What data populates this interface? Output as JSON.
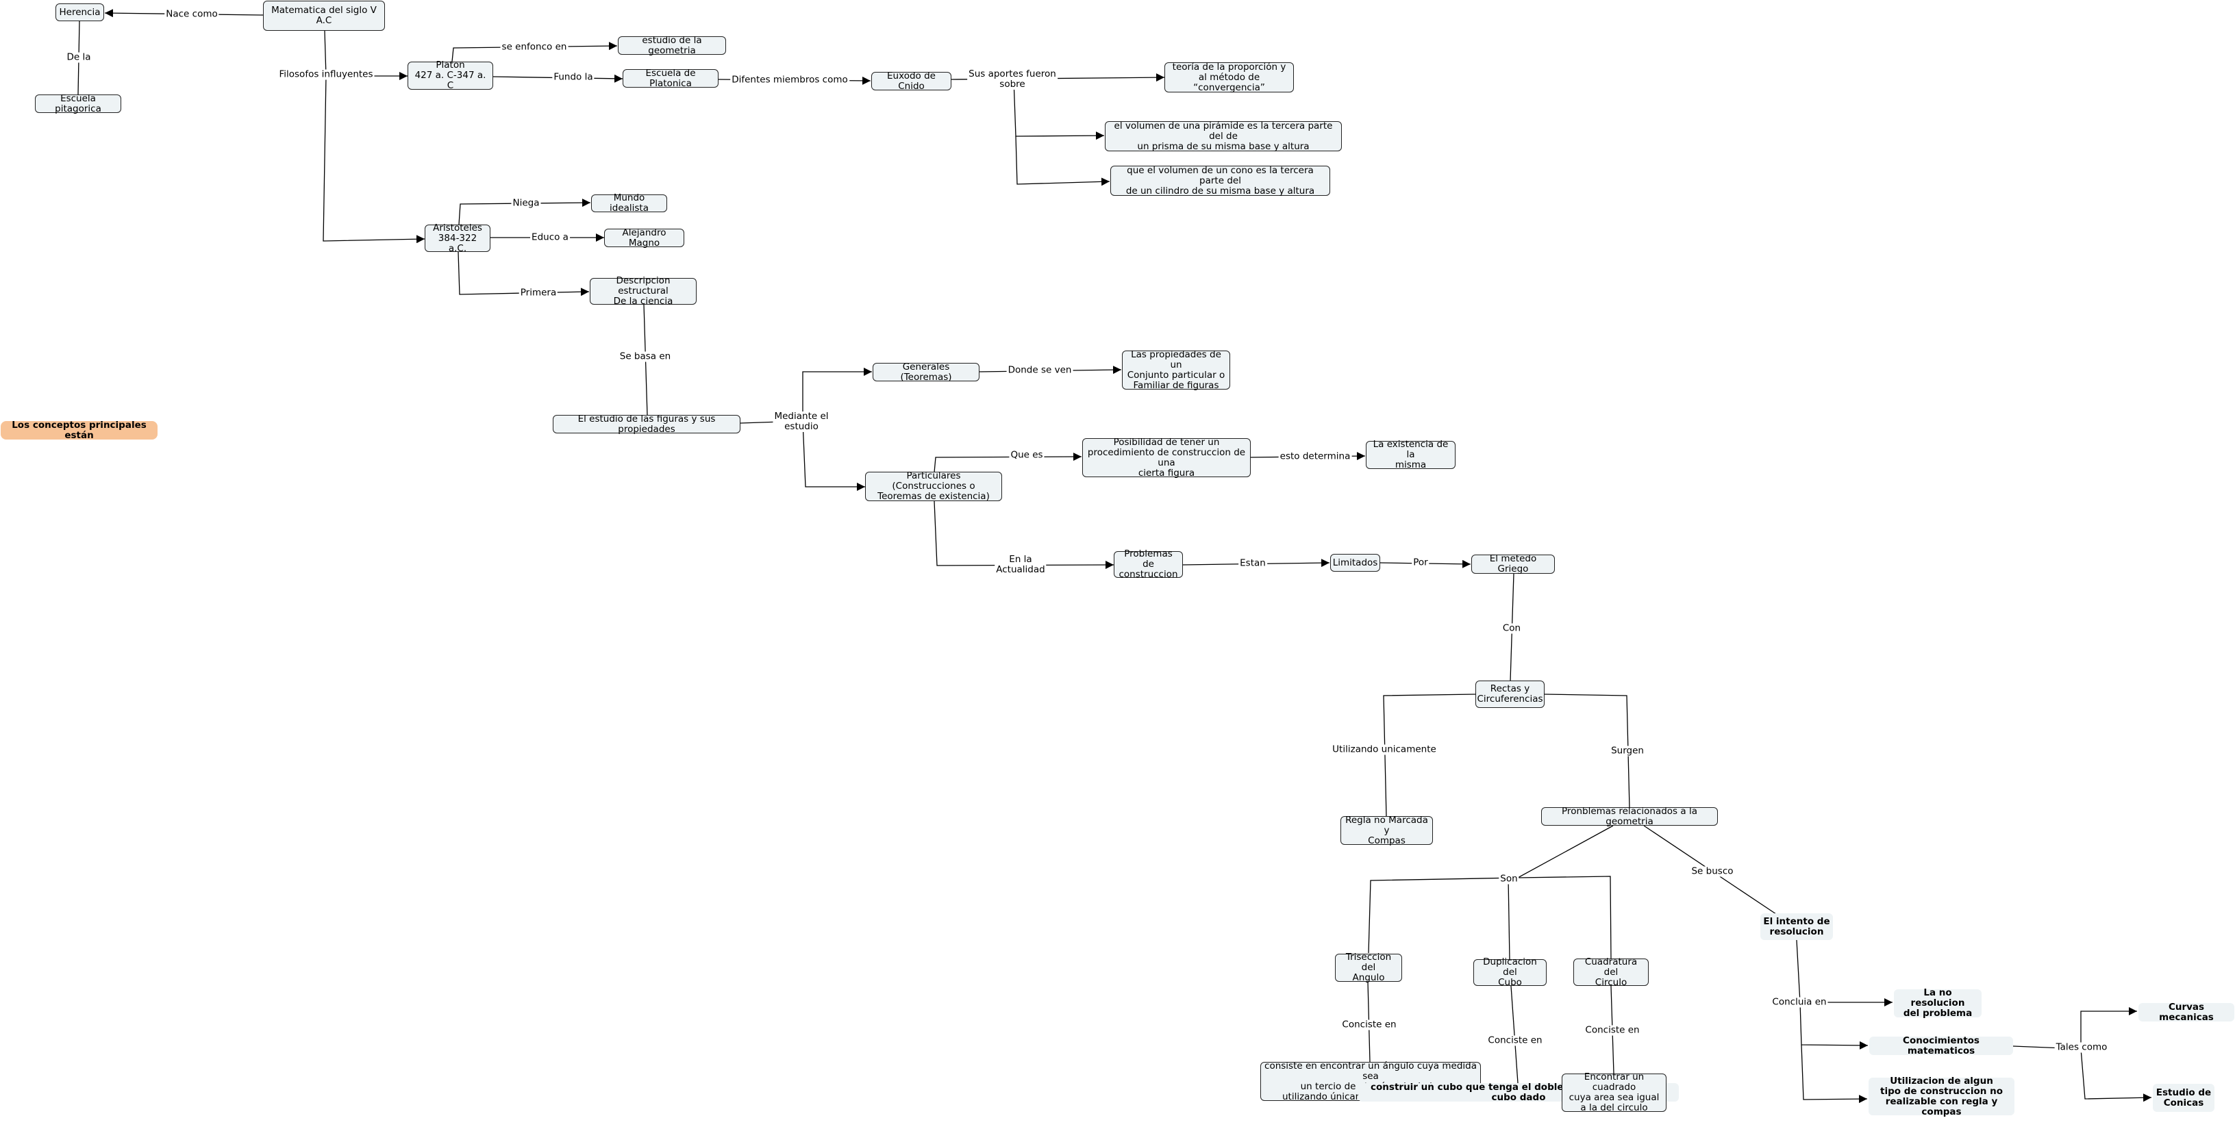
{
  "nodes": {
    "herencia": "Herencia",
    "escuela_pitagorica": "Escuela pitagorica",
    "matematica": "Matematica del siglo V A.C",
    "platon": "Platon\n427 a. C-347 a. C",
    "estudio_geometria": "estudio de la geometria",
    "escuela_platonica": "Escuela de Platonica",
    "euxodo": "Euxodo de Cnido",
    "teoria_proporcion": "teoría de la proporción y\nal método de “convergencia”",
    "volumen_piramide": "el volumen de una pirámide es la tercera parte del de\nun prisma de su misma base y altura",
    "volumen_cono": "que el volumen de un cono es la tercera parte del\nde un cilindro de su misma base y altura",
    "aristoteles": "Aristoteles\n384-322 a.C.",
    "mundo_idealista": "Mundo idealista",
    "alejandro": "Alejandro Magno",
    "descripcion": "Descripcion estructural\nDe la ciencia",
    "conceptos": "Los conceptos principales están",
    "estudio_figuras": "El estudio de las figuras y sus propiedades",
    "generales": "Generales (Teoremas)",
    "propiedades": "Las propiedades de un\nConjunto particular o\nFamiliar de figuras",
    "particulares": "Particulares (Construcciones o\nTeoremas de existencia)",
    "posibilidad": "Posibilidad de tener un\nprocedimiento de construccion de una\ncierta figura",
    "existencia": "La existencia de la\nmisma",
    "problemas_construccion": "Problemas de\nconstruccion",
    "limitados": "Limitados",
    "metodo_griego": "El metedo Griego",
    "rectas": "Rectas y\nCircuferencias",
    "regla": "Regla no Marcada y\nCompas",
    "pronblemas": "Pronblemas relacionados a la geometria",
    "intento": "El intento de\nresolucion",
    "triseccion": "Triseccion del\nAngulo",
    "duplicacion": "Duplicacion del\nCubo",
    "cuadratura": "Cuadratura del\nCirculo",
    "consiste_angulo": "consiste en encontrar un ángulo cuya medida sea\nun tercio de otro ángulo dado,\nutilizando únicamente regla y compás",
    "construir_cubo": "construir un cubo que tenga el doble de volumen que un cubo dado",
    "encontrar_cuadrado": "Encontrar un cuadrado\ncuya area sea igual\na la del circulo",
    "no_resolucion": "La no resolucion\ndel problema",
    "conocimientos": "Conocimientos matematicos",
    "utilizacion": "Utilizacion de algun\ntipo de construccion no\nrealizable con regla y compas",
    "curvas": "Curvas mecanicas",
    "conicas": "Estudio de\nConicas"
  },
  "labels": {
    "nace_como": "Nace como",
    "de_la": "De la",
    "filosofos": "Filosofos influyentes",
    "se_enfoco": "se enfonco en",
    "fundo_la": "Fundo la",
    "diferentes": "Difentes miembros como",
    "sus_aportes": "Sus aportes fueron\nsobre",
    "niega": "Niega",
    "educo": "Educo a",
    "primera": "Primera",
    "se_basa": "Se basa en",
    "mediante": "Mediante el\nestudio",
    "donde": "Donde se ven",
    "que_es": "Que es",
    "esto_determina": "esto determina",
    "actualidad": "En la\nActualidad",
    "estan": "Estan",
    "por": "Por",
    "con": "Con",
    "utilizando": "Utilizando unicamente",
    "surgen": "Surgen",
    "se_busco": "Se busco",
    "son": "Son",
    "consiste1": "Conciste en",
    "consiste2": "Conciste en",
    "consiste3": "Conciste en",
    "concluia": "Concluia en",
    "tales_como": "Tales como"
  }
}
